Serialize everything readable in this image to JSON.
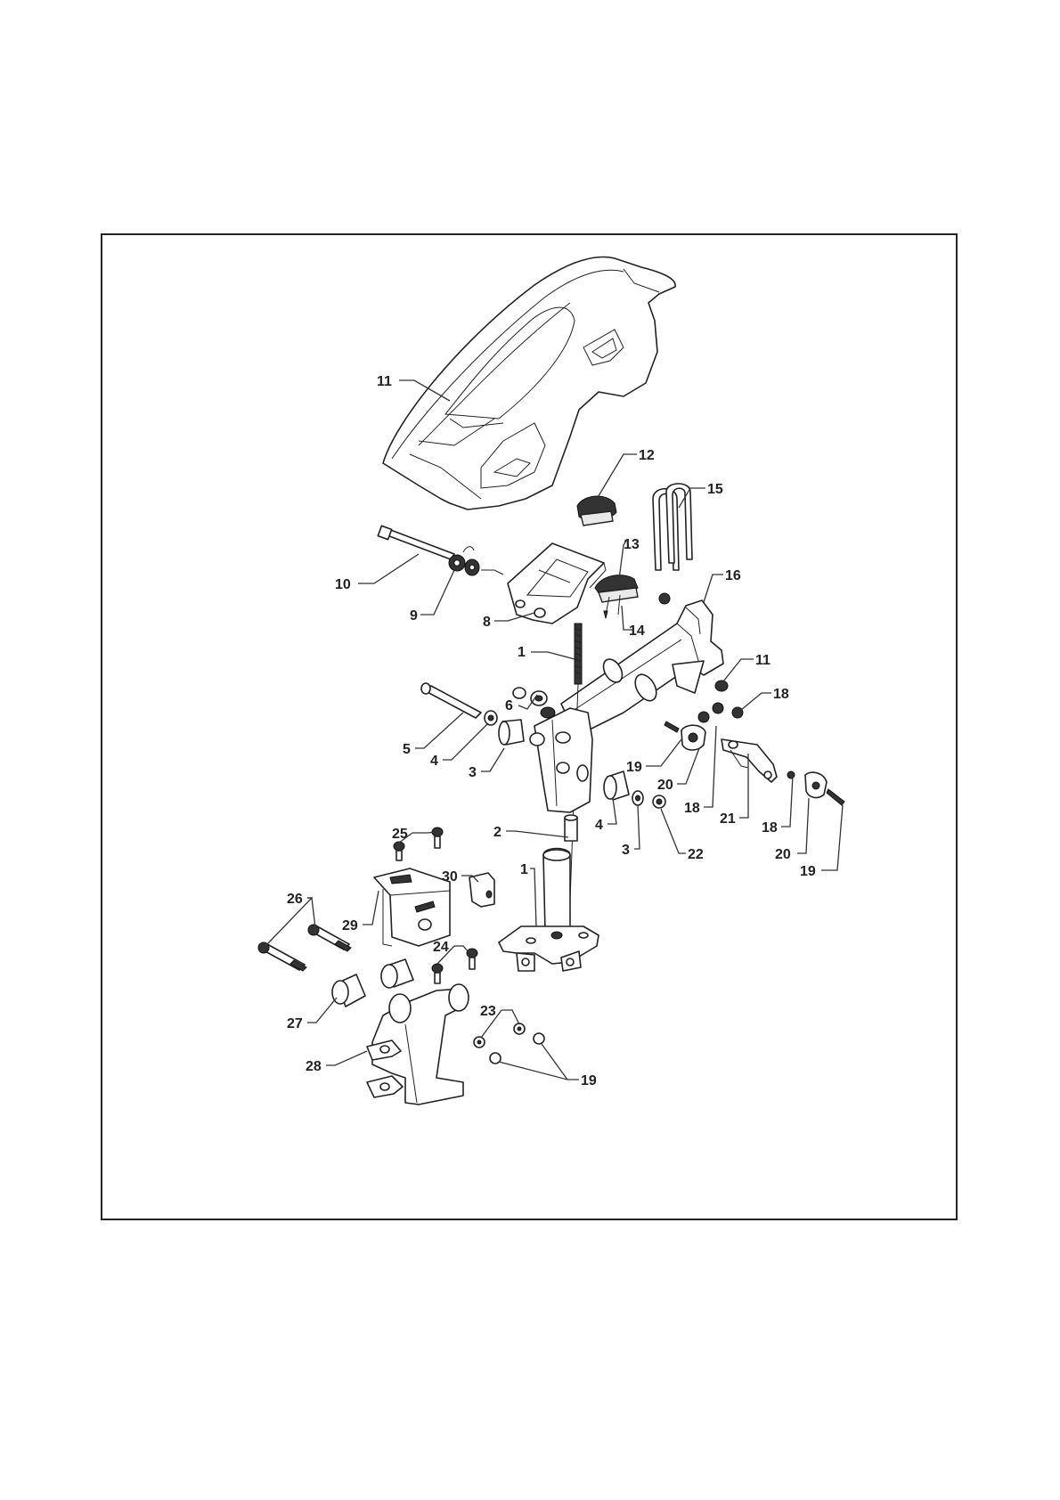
{
  "diagram": {
    "border_color": "#222222",
    "callouts": [
      {
        "id": "c11a",
        "text": "11"
      },
      {
        "id": "c12",
        "text": "12"
      },
      {
        "id": "c15",
        "text": "15"
      },
      {
        "id": "c13",
        "text": "13"
      },
      {
        "id": "c10",
        "text": "10"
      },
      {
        "id": "c9",
        "text": "9"
      },
      {
        "id": "c8",
        "text": "8"
      },
      {
        "id": "c14",
        "text": "14"
      },
      {
        "id": "c16",
        "text": "16"
      },
      {
        "id": "c1a",
        "text": "1"
      },
      {
        "id": "c11b",
        "text": "11"
      },
      {
        "id": "c6",
        "text": "6"
      },
      {
        "id": "c18a",
        "text": "18"
      },
      {
        "id": "c5",
        "text": "5"
      },
      {
        "id": "c4a",
        "text": "4"
      },
      {
        "id": "c3a",
        "text": "3"
      },
      {
        "id": "c19a",
        "text": "19"
      },
      {
        "id": "c20a",
        "text": "20"
      },
      {
        "id": "c18b",
        "text": "18"
      },
      {
        "id": "c21",
        "text": "21"
      },
      {
        "id": "c18c",
        "text": "18"
      },
      {
        "id": "c4b",
        "text": "4"
      },
      {
        "id": "c2",
        "text": "2"
      },
      {
        "id": "c3b",
        "text": "3"
      },
      {
        "id": "c22",
        "text": "22"
      },
      {
        "id": "c20b",
        "text": "20"
      },
      {
        "id": "c19b",
        "text": "19"
      },
      {
        "id": "c25",
        "text": "25"
      },
      {
        "id": "c30",
        "text": "30"
      },
      {
        "id": "c1b",
        "text": "1"
      },
      {
        "id": "c26",
        "text": "26"
      },
      {
        "id": "c29",
        "text": "29"
      },
      {
        "id": "c24",
        "text": "24"
      },
      {
        "id": "c27",
        "text": "27"
      },
      {
        "id": "c23",
        "text": "23"
      },
      {
        "id": "c28",
        "text": "28"
      },
      {
        "id": "c19c",
        "text": "19"
      }
    ]
  }
}
